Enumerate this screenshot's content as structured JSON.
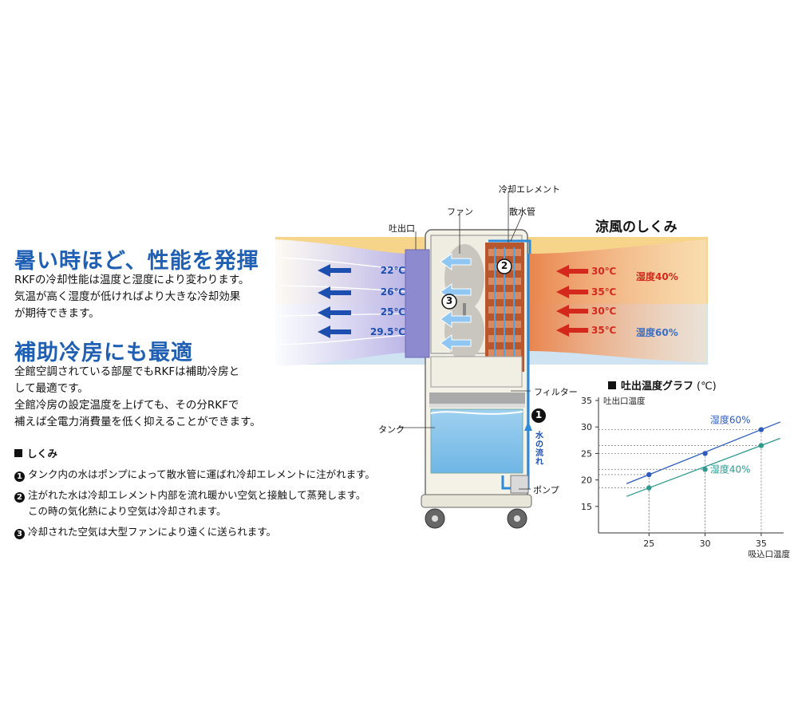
{
  "intro": {
    "heading1": "暑い時ほど、性能を発揮",
    "para1": [
      "RKFの冷却性能は温度と湿度により変わります。",
      "気温が高く湿度が低ければより大きな冷却効果",
      "が期待できます。"
    ],
    "heading2": "補助冷房にも最適",
    "para2": [
      "全館空調されている部屋でもRKFは補助冷房と",
      "して最適です。",
      "全館冷房の設定温度を上げても、その分RKFで",
      "補えば全電力消費量を低く抑えることができます。"
    ]
  },
  "mechanism": {
    "title": "しくみ",
    "steps": [
      {
        "num": "1",
        "lines": [
          "タンク内の水はポンプによって散水管に運ばれ冷却エレメントに注がれます。"
        ]
      },
      {
        "num": "2",
        "lines": [
          "注がれた水は冷却エレメント内部を流れ暖かい空気と接触して蒸発します。",
          "この時の気化熱により空気は冷却されます。"
        ]
      },
      {
        "num": "3",
        "lines": [
          "冷却された空気は大型ファンにより遠くに送られます。"
        ]
      }
    ]
  },
  "diagram": {
    "title": "涼風のしくみ",
    "labels": {
      "cooling_element": "冷却エレメント",
      "fan": "ファン",
      "sprinkler": "散水管",
      "outlet": "吐出口",
      "filter": "フィルター",
      "tank": "タンク",
      "pump": "ポンプ",
      "water_flow": "水の流れ"
    },
    "outlet_temps": [
      "22℃",
      "26℃",
      "25℃",
      "29.5℃"
    ],
    "inlet_temps": [
      "30℃",
      "35℃",
      "30℃",
      "35℃"
    ],
    "humidity_top": "湿度40%",
    "humidity_bottom": "湿度60%",
    "step_markers": [
      "1",
      "2",
      "3"
    ],
    "colors": {
      "warm": "#f6d58a",
      "cool": "#cfe3f3",
      "red_arrow": "#d4281c",
      "blue_arrow": "#1d4fb0",
      "element": "#b8572e"
    }
  },
  "chart_data": {
    "type": "line",
    "title": "吐出温度グラフ",
    "title_unit": "(℃)",
    "ylabel": "吐出口温度",
    "xlabel": "吸込口温度",
    "x_ticks": [
      25,
      30,
      35
    ],
    "y_ticks": [
      15,
      20,
      25,
      30,
      35
    ],
    "xlim": [
      20.5,
      37
    ],
    "ylim": [
      10,
      35
    ],
    "grid": false,
    "series": [
      {
        "name": "湿度60%",
        "color": "#2d5bbf",
        "x": [
          25,
          30,
          35
        ],
        "y": [
          21,
          25,
          29.5
        ]
      },
      {
        "name": "湿度40%",
        "color": "#2e9a8f",
        "x": [
          25,
          30,
          35
        ],
        "y": [
          18.5,
          22,
          26.5
        ]
      }
    ]
  }
}
